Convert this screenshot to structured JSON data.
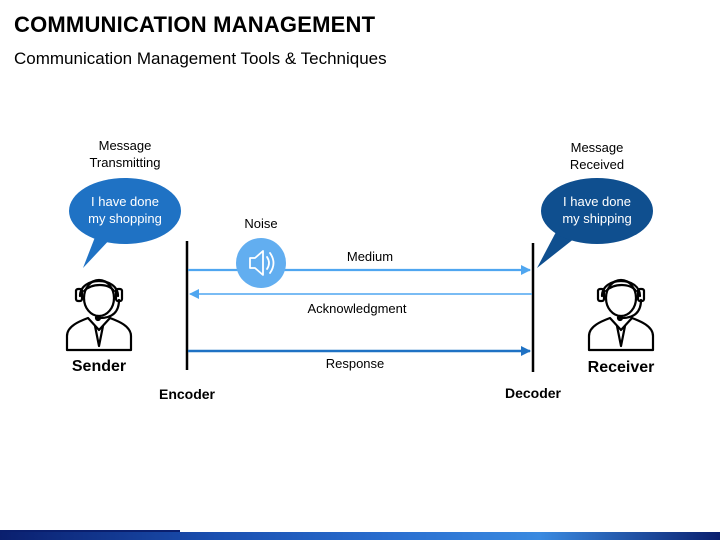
{
  "header": {
    "title": "COMMUNICATION MANAGEMENT",
    "subtitle": "Communication Management Tools & Techniques"
  },
  "sender": {
    "caption_line1": "Message",
    "caption_line2": "Transmitting",
    "bubble_line1": "I have done",
    "bubble_line2": "my shopping",
    "label": "Sender"
  },
  "receiver": {
    "caption_line1": "Message",
    "caption_line2": "Received",
    "bubble_line1": "I have done",
    "bubble_line2": "my shipping",
    "label": "Receiver"
  },
  "noise": {
    "label": "Noise",
    "icon": "speaker-icon"
  },
  "channels": {
    "medium": "Medium",
    "acknowledgment": "Acknowledgment",
    "response": "Response"
  },
  "encoder": "Encoder",
  "decoder": "Decoder",
  "colors": {
    "bubble_left": "#1f72c4",
    "bubble_right": "#0f4f8f",
    "light_arrow": "#4fa6f0",
    "dark_arrow": "#1f72c4",
    "noise_circle": "#62aef0"
  }
}
